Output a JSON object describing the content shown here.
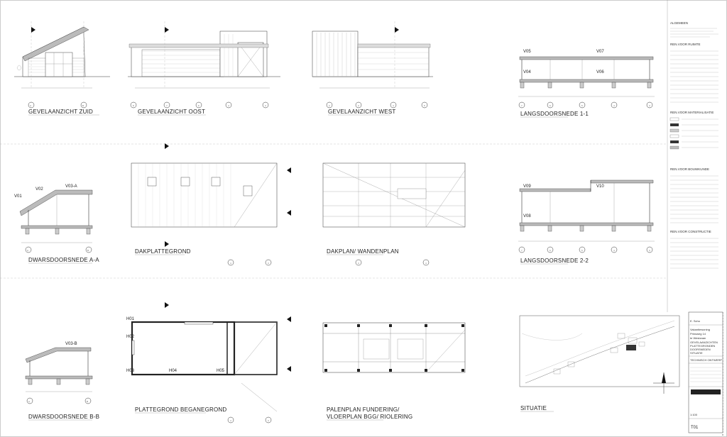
{
  "views": {
    "gevel_zuid": "GEVELAANZICHT ZUID",
    "gevel_oost": "GEVELAANZICHT OOST",
    "gevel_west": "GEVELAANZICHT WEST",
    "langs_1": "LANGSDOORSNEDE 1-1",
    "dwars_a": "DWARSDOORSNEDE A-A",
    "dakplat": "DAKPLATTEGROND",
    "dakplan": "DAKPLAN/ WANDENPLAN",
    "langs_2": "LANGSDOORSNEDE 2-2",
    "dwars_b": "DWARSDOORSNEDE B-B",
    "plattegrond": "PLATTEGROND BEGANEGROND",
    "palenplan_1": "PALENPLAN FUNDERING/",
    "palenplan_2": "VLOERPLAN BGG/ RIOLERING",
    "situatie": "SITUATIE"
  },
  "tags": {
    "v01": "V01",
    "v02": "V02",
    "v03a": "V03-A",
    "v03b": "V03-B",
    "v04": "V04",
    "v05": "V05",
    "v06": "V06",
    "v07": "V07",
    "v08": "V08",
    "v09": "V09",
    "v10": "V10",
    "h01": "H01",
    "h02": "H02",
    "h03": "H03",
    "h04": "H04",
    "h05": "H05"
  },
  "axes": {
    "a": "A",
    "b": "B",
    "n1": "1",
    "n2": "2",
    "n3": "3",
    "n4": "4",
    "n5": "5",
    "n6": "6",
    "n7": "7",
    "n8": "8"
  },
  "legend": {
    "algemeen": "ALGEMEEN",
    "ruimte": "REN.VOOR RUIMTE",
    "materialisatie": "REN.VOOR MATERIALISATIE",
    "bouwkunde": "REN.VOOR BOUWKUNDE",
    "constructie": "REN.VOOR CONSTRUCTIE"
  },
  "titleblock": {
    "client": "E. Scho",
    "project_1": "Vakantiewoning",
    "project_2": "Prinsweg 14",
    "project_3": "te Westzaan",
    "drawing_1": "GEVELAANZICHTEN",
    "drawing_2": "PLATTEGRONDEN",
    "drawing_3": "DOORSNEDEN",
    "drawing_4": "SITUATIE",
    "phase": "TECHNISCH ONTWERP",
    "scale": "1:100",
    "sheet": "T01"
  }
}
